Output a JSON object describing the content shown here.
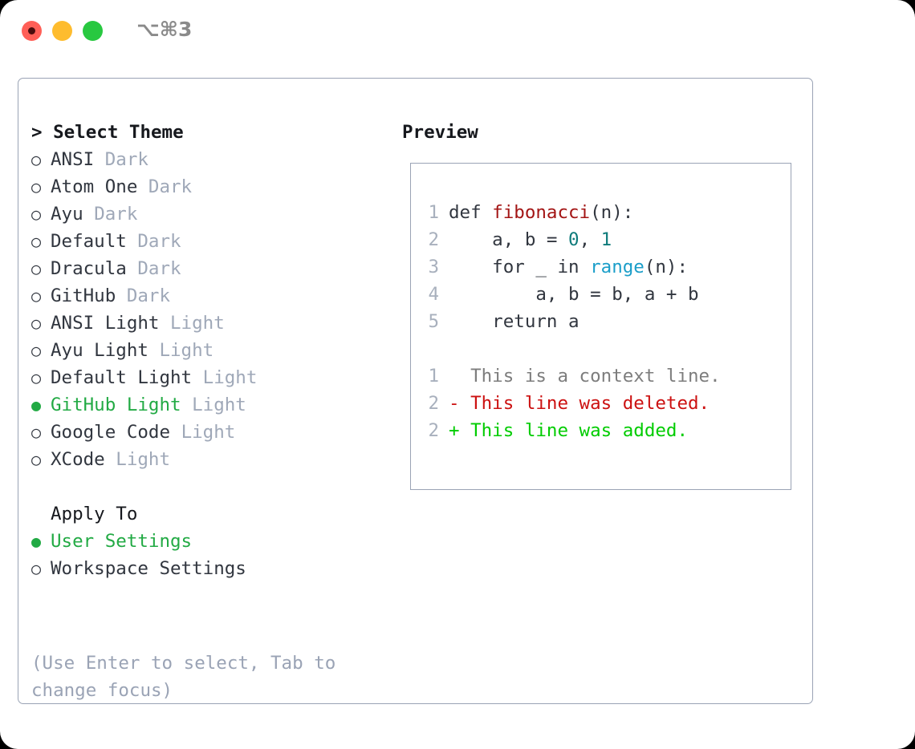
{
  "window": {
    "shortcut": "⌥⌘3",
    "traffic_lights": [
      {
        "name": "close",
        "color": "#ff5f57"
      },
      {
        "name": "minimize",
        "color": "#febc2e"
      },
      {
        "name": "maximize",
        "color": "#28c840"
      }
    ]
  },
  "theme_panel": {
    "header": "> Select Theme",
    "focus_caret": ">",
    "selected_glyph": "●",
    "unselected_glyph": "○",
    "accent_color": "#22aa44",
    "items": [
      {
        "glyph": "○",
        "label": "ANSI",
        "tag": "Dark",
        "selected": false
      },
      {
        "glyph": "○",
        "label": "Atom One",
        "tag": "Dark",
        "selected": false
      },
      {
        "glyph": "○",
        "label": "Ayu",
        "tag": "Dark",
        "selected": false
      },
      {
        "glyph": "○",
        "label": "Default",
        "tag": "Dark",
        "selected": false
      },
      {
        "glyph": "○",
        "label": "Dracula",
        "tag": "Dark",
        "selected": false
      },
      {
        "glyph": "○",
        "label": "GitHub",
        "tag": "Dark",
        "selected": false
      },
      {
        "glyph": "○",
        "label": "ANSI Light",
        "tag": "Light",
        "selected": false
      },
      {
        "glyph": "○",
        "label": "Ayu Light",
        "tag": "Light",
        "selected": false
      },
      {
        "glyph": "○",
        "label": "Default Light",
        "tag": "Light",
        "selected": false
      },
      {
        "glyph": "●",
        "label": "GitHub Light",
        "tag": "Light",
        "selected": true
      },
      {
        "glyph": "○",
        "label": "Google Code",
        "tag": "Light",
        "selected": false
      },
      {
        "glyph": "○",
        "label": "XCode",
        "tag": "Light",
        "selected": false
      }
    ]
  },
  "apply_to": {
    "header": "Apply To",
    "items": [
      {
        "glyph": "●",
        "label": "User Settings",
        "selected": true
      },
      {
        "glyph": "○",
        "label": "Workspace Settings",
        "selected": false
      }
    ]
  },
  "hint": "(Use Enter to select, Tab to change focus)",
  "preview": {
    "title": "Preview",
    "code_lines": [
      {
        "lineno": "1",
        "tokens": [
          {
            "text": "def ",
            "kind": "plain"
          },
          {
            "text": "fibonacci",
            "kind": "fn"
          },
          {
            "text": "(n):",
            "kind": "plain"
          }
        ]
      },
      {
        "lineno": "2",
        "tokens": [
          {
            "text": "    a, b = ",
            "kind": "plain"
          },
          {
            "text": "0",
            "kind": "num"
          },
          {
            "text": ", ",
            "kind": "plain"
          },
          {
            "text": "1",
            "kind": "num"
          }
        ]
      },
      {
        "lineno": "3",
        "tokens": [
          {
            "text": "    for _ in ",
            "kind": "plain"
          },
          {
            "text": "range",
            "kind": "call"
          },
          {
            "text": "(n):",
            "kind": "plain"
          }
        ]
      },
      {
        "lineno": "4",
        "tokens": [
          {
            "text": "        a, b = b, a + b",
            "kind": "plain"
          }
        ]
      },
      {
        "lineno": "5",
        "tokens": [
          {
            "text": "    return a",
            "kind": "plain"
          }
        ]
      }
    ],
    "diff_lines": [
      {
        "lineno": "1",
        "marker": " ",
        "text": "  This is a context line.",
        "kind": "ctx"
      },
      {
        "lineno": "2",
        "marker": "-",
        "text": "- This line was deleted.",
        "kind": "del"
      },
      {
        "lineno": "2",
        "marker": "+",
        "text": "+ This line was added.",
        "kind": "add"
      }
    ]
  }
}
